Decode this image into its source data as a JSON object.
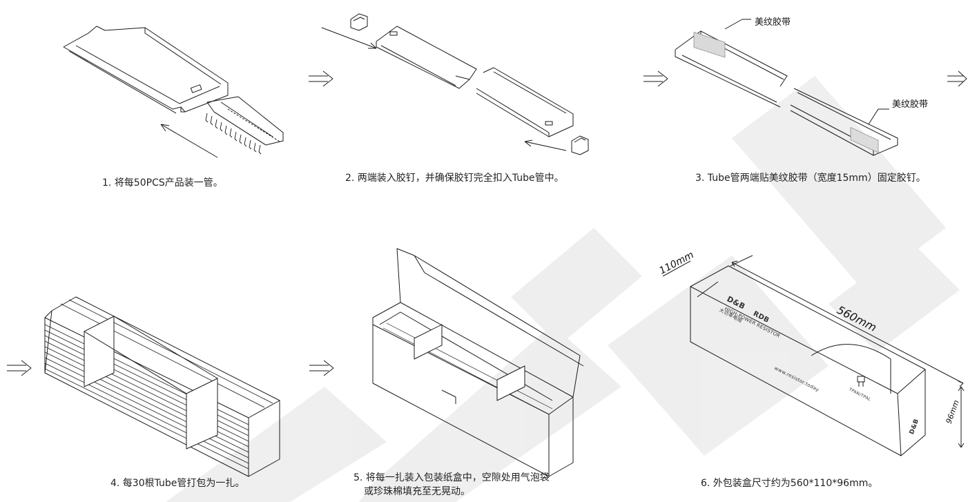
{
  "steps": [
    {
      "caption": "1. 将每50PCS产品装一管。"
    },
    {
      "caption": "2. 两端装入胶钉，并确保胶钉完全扣入Tube管中。"
    },
    {
      "caption": "3. Tube管两端贴美纹胶带（宽度15mm）固定胶钉。",
      "callout_label": "美纹胶带"
    },
    {
      "caption": "4. 每30根Tube管打包为一扎。"
    },
    {
      "caption_line1": "5. 将每一扎装入包装纸盒中，空隙处用气泡袋",
      "caption_line2": "或珍珠棉填充至无晃动。"
    },
    {
      "caption": "6. 外包装盒尺寸约为560*110*96mm。",
      "dim_length": "560mm",
      "dim_width": "110mm",
      "dim_height": "96mm",
      "box_brand": "D&B",
      "box_brand2": "RDB",
      "box_title": "HIGH-POWER RESISTOR",
      "box_subtitle": "大功率电阻",
      "box_url": "www.resistor.today",
      "box_model": "TPAN/TPAL"
    }
  ],
  "watermark_color": "#e9e9e9",
  "line_color": "#1a1a1a"
}
